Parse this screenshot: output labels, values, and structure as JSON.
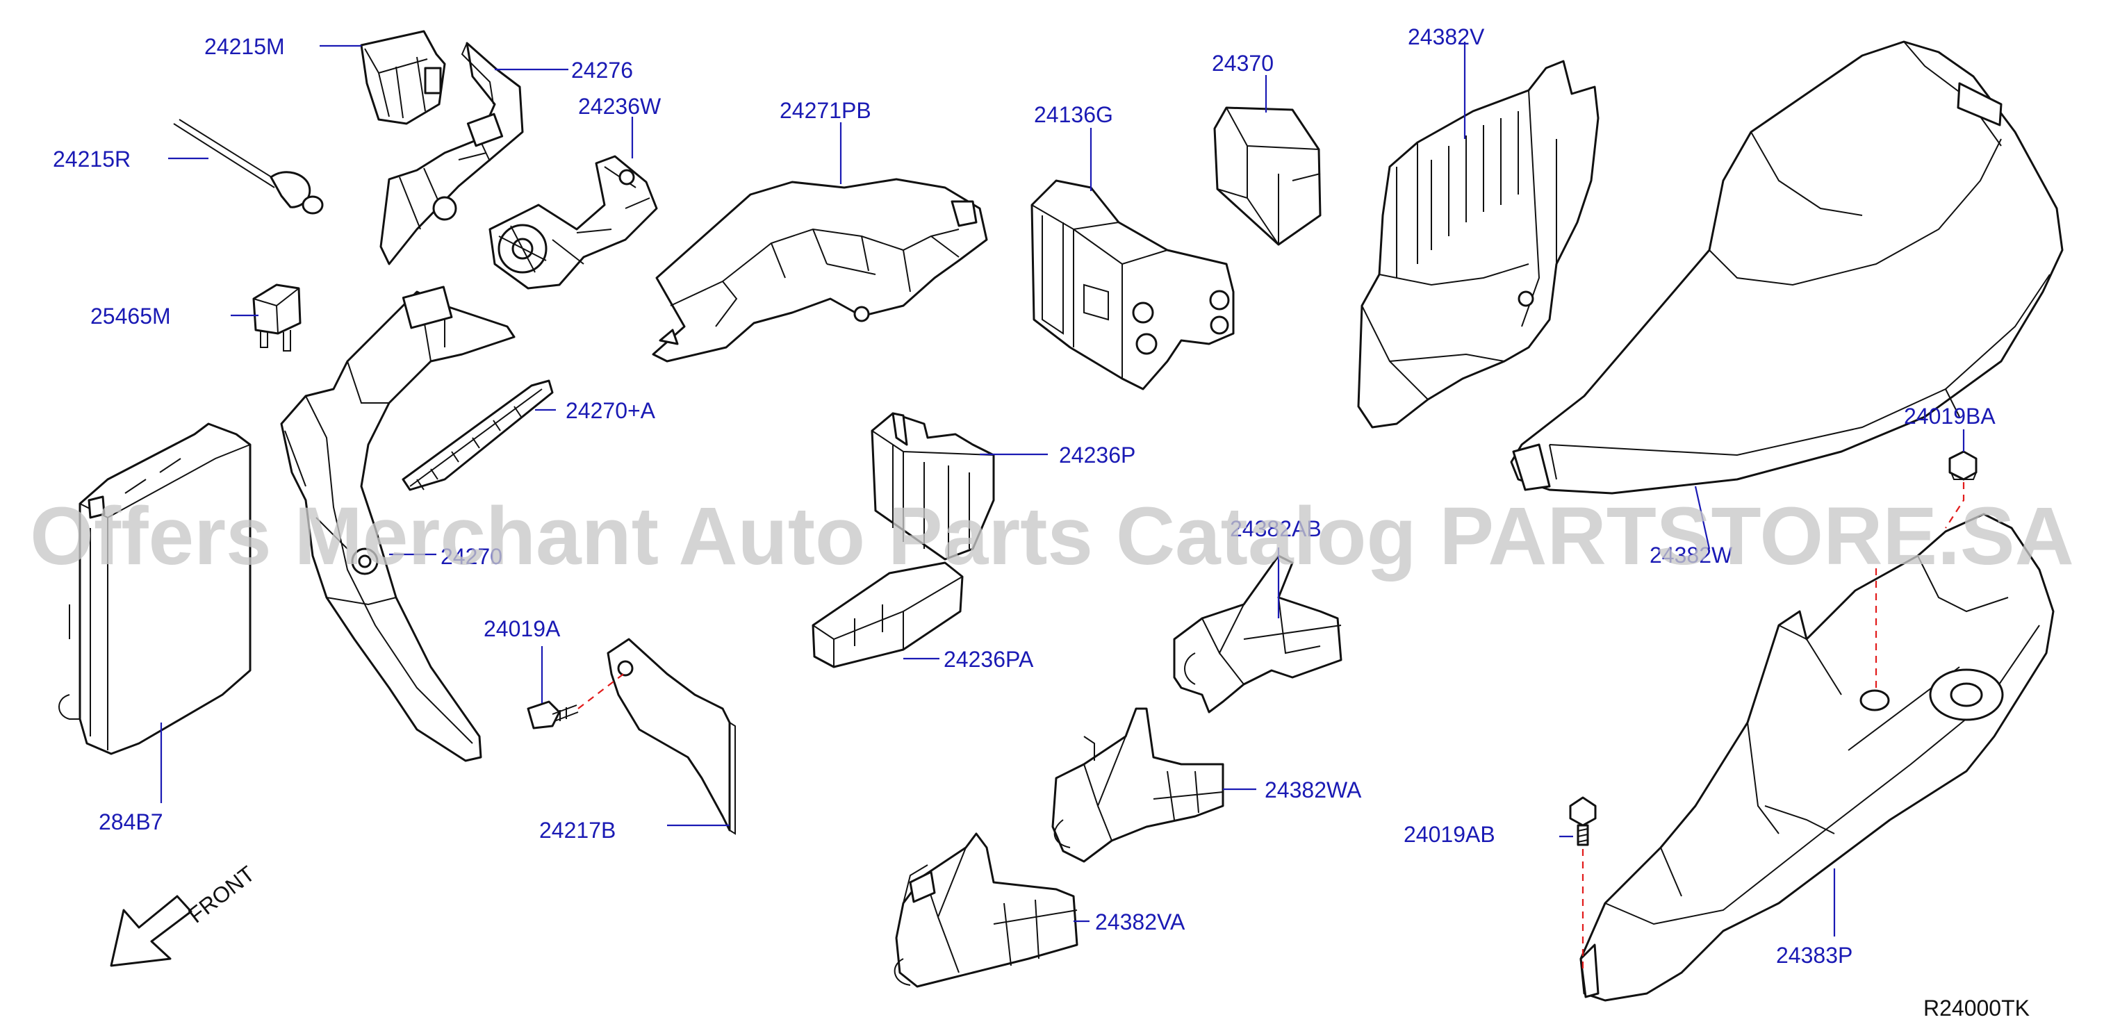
{
  "labels": {
    "p24215M": "24215M",
    "p24276": "24276",
    "p24236W": "24236W",
    "p24271PB": "24271PB",
    "p24136G": "24136G",
    "p24370": "24370",
    "p24382V": "24382V",
    "p24215R": "24215R",
    "p25465M": "25465M",
    "p24270A": "24270+A",
    "p24236P": "24236P",
    "p24019BA": "24019BA",
    "p24270": "24270",
    "p24382AB": "24382AB",
    "p24382W": "24382W",
    "p24019A": "24019A",
    "p24236PA": "24236PA",
    "p24382WA": "24382WA",
    "p284B7": "284B7",
    "p24217B": "24217B",
    "p24019AB": "24019AB",
    "p24382VA": "24382VA",
    "p24383P": "24383P"
  },
  "front": "FRONT",
  "watermark": "Offers Merchant Auto Parts Catalog PARTSTORE.SA",
  "reference": "R24000TK",
  "colors": {
    "label": "#1a1ab4",
    "leader": "#1a1ab4",
    "dashed_line": "#e21b1b",
    "outline": "#111111",
    "watermark": "#c8c8c8"
  }
}
